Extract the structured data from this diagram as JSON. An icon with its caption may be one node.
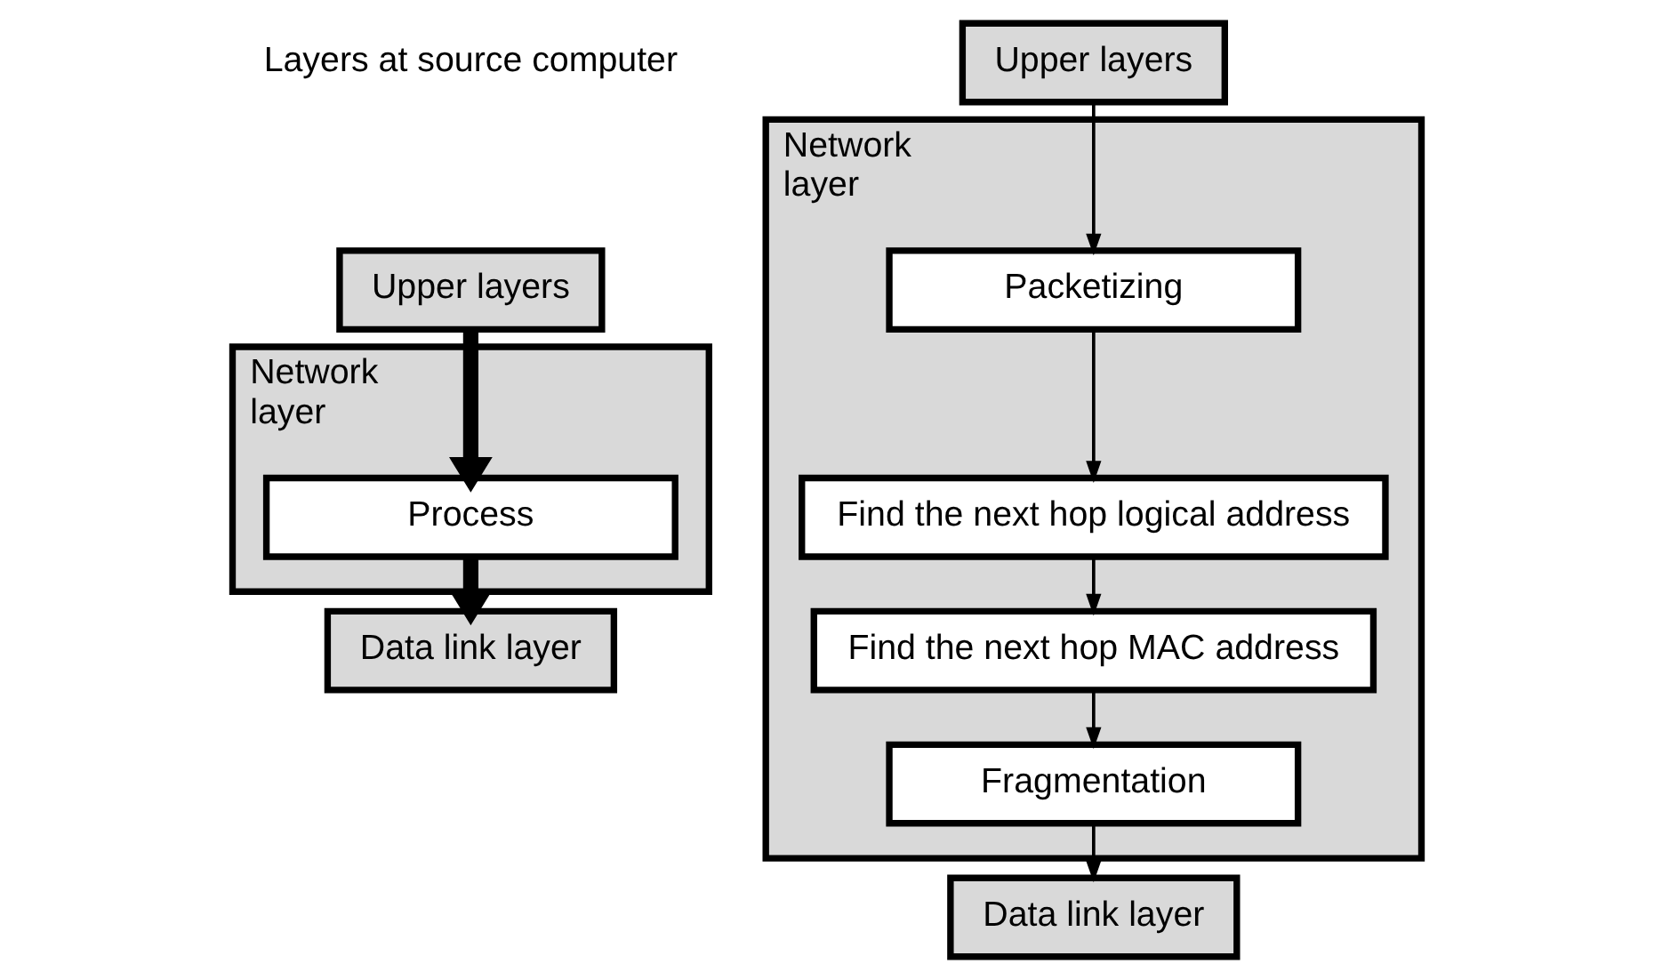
{
  "diagram": {
    "nodes": [
      {
        "text": [
          "Upper layers"
        ]
      },
      {
        "text": [
          "Network layer"
        ]
      },
      {
        "text": [
          "Process"
        ],
        "in": 1
      },
      {
        "text": [
          "Data link layer"
        ]
      },
      {
        "text": [
          "Upper layers"
        ]
      },
      {
        "text": [
          "Network layer"
        ]
      },
      {
        "text": [
          "Packetizing"
        ],
        "in": 5
      },
      {
        "text": [
          "Find the next hop logical address"
        ],
        "in": 5
      },
      {
        "text": [
          "Find the next hop MAC address"
        ],
        "in": 5
      },
      {
        "text": [
          "Fragmentation"
        ],
        "in": 5
      },
      {
        "text": [
          "Data link layer"
        ]
      }
    ],
    "edges": [
      {
        "from": 0,
        "to": 2,
        "arrow": "to",
        "style": "thick"
      },
      {
        "from": 2,
        "to": 3,
        "arrow": "to",
        "style": "thick"
      },
      {
        "from": 4,
        "to": 6,
        "arrow": "to"
      },
      {
        "from": 6,
        "to": 7,
        "arrow": "to"
      },
      {
        "from": 7,
        "to": 8,
        "arrow": "to"
      },
      {
        "from": 8,
        "to": 9,
        "arrow": "to"
      },
      {
        "from": 9,
        "to": 10,
        "arrow": "to"
      }
    ],
    "labels": [
      "Layers at source computer"
    ]
  }
}
